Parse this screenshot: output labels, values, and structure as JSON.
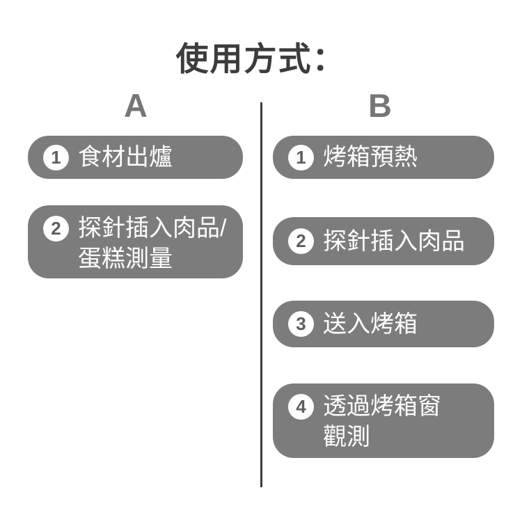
{
  "title": "使用方式：",
  "colors": {
    "pill_background": "#7c7c7c",
    "pill_text": "#ffffff",
    "title_text": "#3c3c3c",
    "column_label_text": "#767676",
    "divider": "#3c3c3c",
    "number_circle_background": "#ffffff",
    "number_circle_text": "#5e5e5e"
  },
  "columns": [
    {
      "label": "A",
      "steps": [
        {
          "num": "1",
          "lines": [
            "食材出爐"
          ]
        },
        {
          "num": "2",
          "lines": [
            "探針插入肉品/",
            "蛋糕測量"
          ]
        }
      ]
    },
    {
      "label": "B",
      "steps": [
        {
          "num": "1",
          "lines": [
            "烤箱預熱"
          ]
        },
        {
          "num": "2",
          "lines": [
            "探針插入肉品"
          ]
        },
        {
          "num": "3",
          "lines": [
            "送入烤箱"
          ]
        },
        {
          "num": "4",
          "lines": [
            "透過烤箱窗",
            "觀測"
          ]
        }
      ]
    }
  ]
}
